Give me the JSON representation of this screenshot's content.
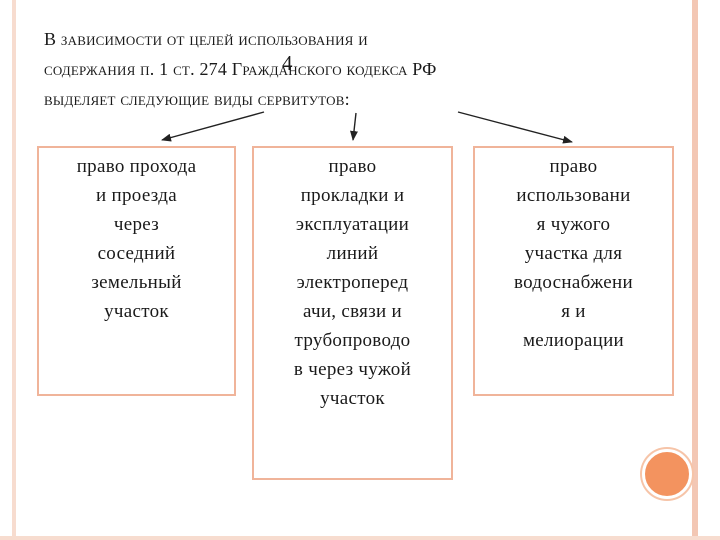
{
  "heading": {
    "line1": "В зависимости от целей использования и",
    "line2": "содержания п. 1 ст. 274 Гражданского кодекса РФ",
    "line3": "выделяет следующие виды сервитутов:",
    "overlap_digit": "4"
  },
  "boxes": [
    {
      "text": "право прохода\nи проезда\nчерез\nсоседний\nземельный\nучасток"
    },
    {
      "text": "право\nпрокладки и\nэксплуатации\nлиний\nэлектроперед\nачи, связи и\nтрубопроводо\nв через чужой\nучасток"
    },
    {
      "text": "право\nиспользовани\nя чужого\nучастка для\nводоснабжени\nя и\nмелиорации"
    }
  ],
  "colors": {
    "box_border": "#f0b49a",
    "accent_dot": "#f3935f",
    "frame": "#f3c7b4"
  }
}
